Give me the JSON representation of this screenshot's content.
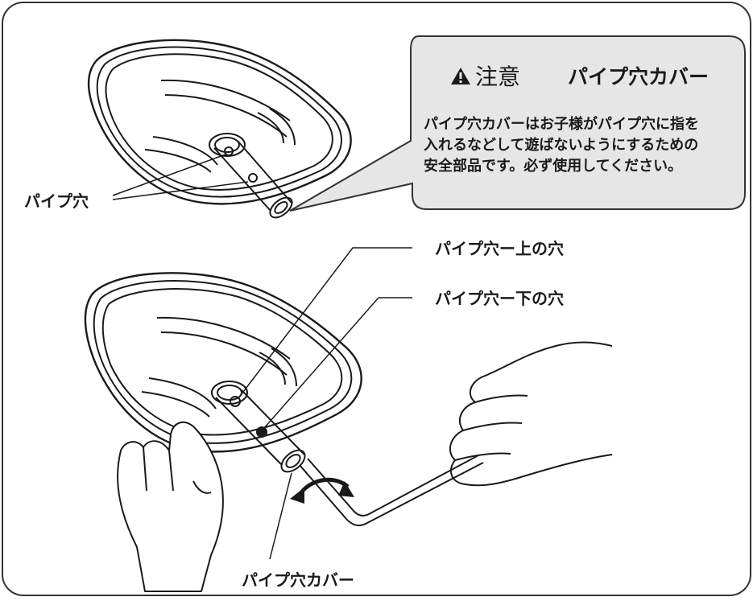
{
  "caution": {
    "icon": "warning-triangle-icon",
    "heading": "注意",
    "subject": "パイプ穴カバー",
    "body_lines": [
      "パイプ穴カバーはお子様がパイプ穴に指を",
      "入れるなどして遊ばないようにするための",
      "安全部品です。必ず使用してください。"
    ],
    "background": "#e6e6e6"
  },
  "labels": {
    "pipe_hole": "パイプ穴",
    "upper_hole": "パイプ穴ー上の穴",
    "lower_hole": "パイプ穴ー下の穴",
    "cover": "パイプ穴カバー"
  },
  "colors": {
    "line": "#1a1a1a",
    "frame": "#333333"
  }
}
